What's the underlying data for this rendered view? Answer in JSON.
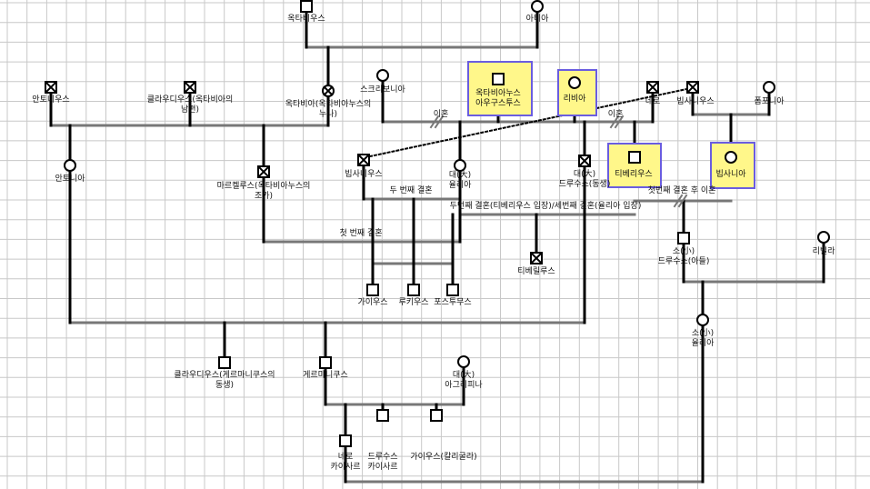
{
  "grid_color": "#c8c8c8",
  "line_color": "#000000",
  "gray_line_color": "#777777",
  "highlight_fill": "#fff78a",
  "highlight_border": "#6a5de0",
  "people": {
    "octavius": "옥타비우스",
    "atia": "아티아",
    "antonius": "안토니우스",
    "claudius_marcellus": "클라우디우스(옥타비아의\n남편)",
    "octavia": "옥타비아(옥타비아누스의\n누나)",
    "scribonia": "스크리보니아",
    "augustus": "옥타비아누스\n아우구스투스",
    "livia": "리비아",
    "nero": "네로",
    "vipsanius": "빕사니우스",
    "pomponia": "폼포니아",
    "antonia": "안토니아",
    "marcellus": "마르켈루스(옥타비아누스의\n조카)",
    "vipsanius2": "빕사니우스",
    "julia_elder": "대(大)\n율리아",
    "drusus_elder": "대(大)\n드루수스(동생)",
    "tiberius": "티베리우스",
    "vipsania": "빕사니아",
    "drusus_younger": "소(小)\n드루수스(아들)",
    "livilla": "리빌라",
    "tiberillus": "티베릴루스",
    "gaius": "가이우스",
    "lucius": "루키우스",
    "postumus": "포스투무스",
    "julia_younger": "소(小)\n율리아",
    "claudius": "클라우디우스(게르마니쿠스의\n동생)",
    "germanicus": "게르마니쿠스",
    "agrippina": "대(大)\n아그리피나",
    "nero_caesar": "네로\n카이사르",
    "drusus_caesar": "드루수스\n카이사르",
    "caligula": "가이우스(칼리굴라)"
  },
  "relations": {
    "divorce1": "이혼",
    "divorce2": "이혼",
    "second_marriage": "두 번째 결혼",
    "first_marriage_marcellus": "첫 번째 결혼",
    "tiberius_marriages": "두번째 결혼(티베리우스 입장)/세번째 결혼(율리아 입장)",
    "first_marriage_divorce": "첫번째 결혼 후 이혼"
  }
}
